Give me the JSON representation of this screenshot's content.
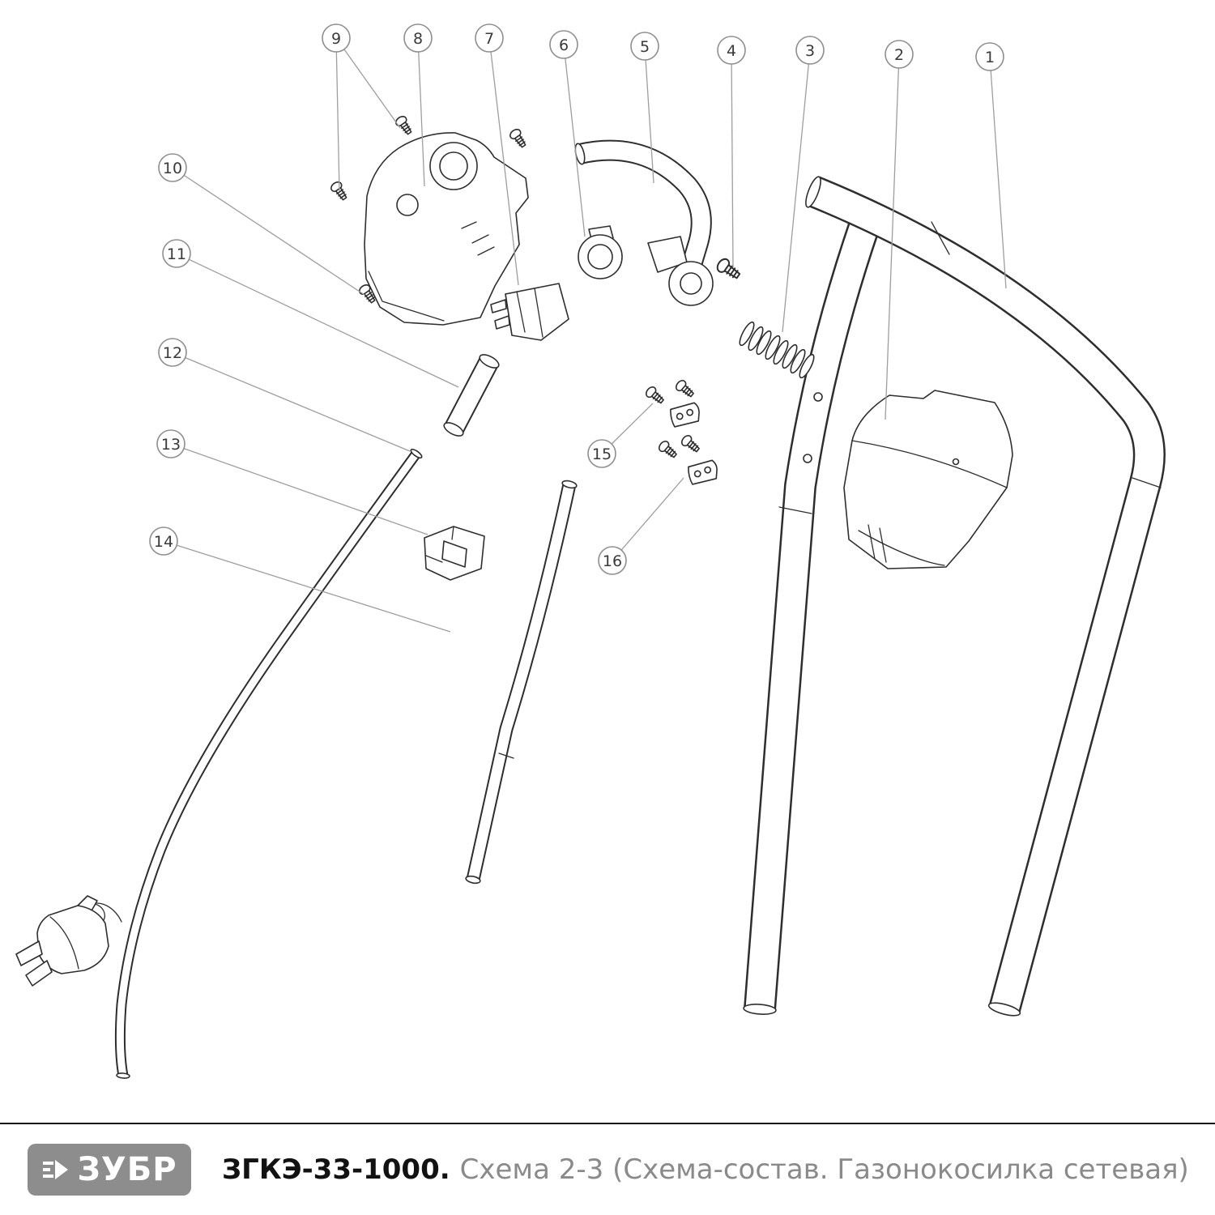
{
  "diagram": {
    "callouts": [
      {
        "label": "1"
      },
      {
        "label": "2"
      },
      {
        "label": "3"
      },
      {
        "label": "4"
      },
      {
        "label": "5"
      },
      {
        "label": "6"
      },
      {
        "label": "7"
      },
      {
        "label": "8"
      },
      {
        "label": "9"
      },
      {
        "label": "10"
      },
      {
        "label": "11"
      },
      {
        "label": "12"
      },
      {
        "label": "13"
      },
      {
        "label": "14"
      },
      {
        "label": "15"
      },
      {
        "label": "16"
      }
    ]
  },
  "footer": {
    "brand": "ЗУБР",
    "model": "ЗГКЭ-33-1000.",
    "subtitle": "Схема 2-3 (Схема-состав. Газонокосилка сетевая)"
  }
}
